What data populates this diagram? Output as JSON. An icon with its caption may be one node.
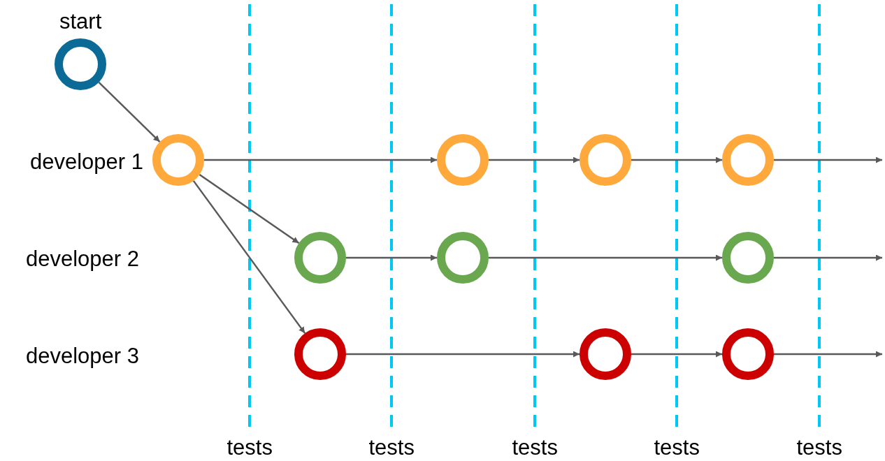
{
  "diagram": {
    "nodes": [
      {
        "text": [],
        "shape": "circle",
        "beside": [
          "start"
        ]
      },
      {
        "text": [],
        "shape": "circle"
      },
      {
        "text": [],
        "shape": "circle"
      },
      {
        "text": [],
        "shape": "circle"
      },
      {
        "text": [],
        "shape": "circle"
      },
      {
        "text": [],
        "shape": "circle"
      },
      {
        "text": [],
        "shape": "circle"
      },
      {
        "text": [],
        "shape": "circle"
      },
      {
        "text": [],
        "shape": "circle"
      },
      {
        "text": [],
        "shape": "circle"
      },
      {
        "text": [],
        "shape": "circle"
      }
    ],
    "edges": [
      {
        "from": 0,
        "to": 1,
        "arrow": "to"
      },
      {
        "from": 1,
        "to": 2,
        "arrow": "to"
      },
      {
        "from": 2,
        "to": 3,
        "arrow": "to"
      },
      {
        "from": 3,
        "to": 4,
        "arrow": "to"
      },
      {
        "from": 4,
        "to": null,
        "arrow": "to"
      },
      {
        "from": 1,
        "to": 5,
        "arrow": "to"
      },
      {
        "from": 1,
        "to": 8,
        "arrow": "to"
      },
      {
        "from": 5,
        "to": 6,
        "arrow": "to"
      },
      {
        "from": 6,
        "to": 7,
        "arrow": "to"
      },
      {
        "from": 7,
        "to": null,
        "arrow": "to"
      },
      {
        "from": 8,
        "to": 9,
        "arrow": "to"
      },
      {
        "from": 9,
        "to": 10,
        "arrow": "to"
      },
      {
        "from": 10,
        "to": null,
        "arrow": "to"
      }
    ],
    "labels": [
      "developer 1",
      "developer 2",
      "developer 3",
      "tests",
      "tests",
      "tests",
      "tests",
      "tests"
    ]
  }
}
